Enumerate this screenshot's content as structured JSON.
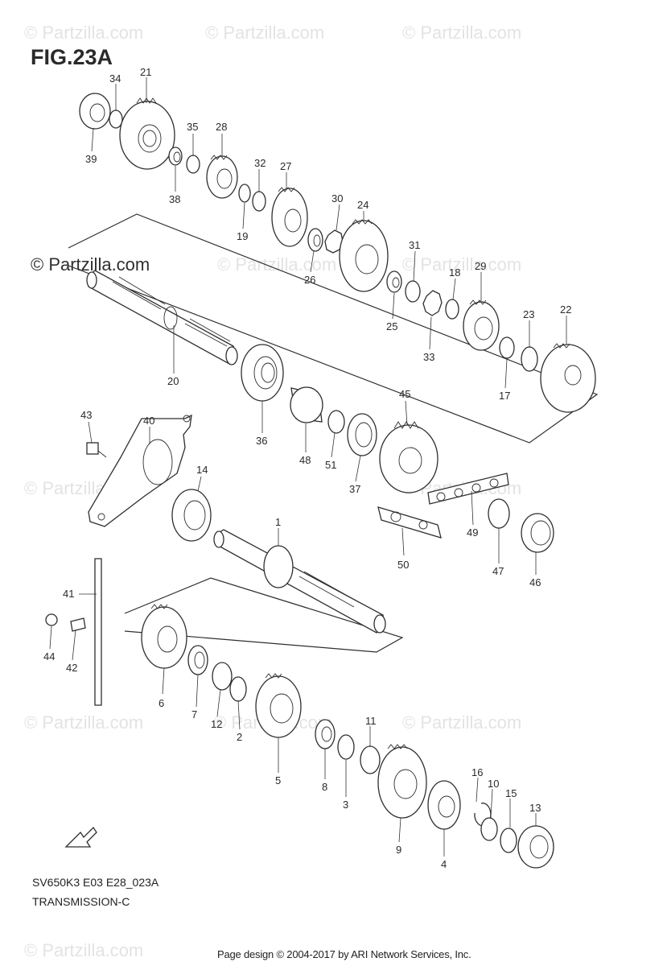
{
  "figure": {
    "title": "FIG.23A",
    "model_code": "SV650K3 E03 E28_023A",
    "diagram_name": "TRANSMISSION-C",
    "credit": "Page design © 2004-2017 by ARI Network Services, Inc."
  },
  "watermark": {
    "text": "© Partzilla.com"
  },
  "parts": [
    {
      "ref": "1"
    },
    {
      "ref": "2"
    },
    {
      "ref": "3"
    },
    {
      "ref": "4"
    },
    {
      "ref": "5"
    },
    {
      "ref": "6"
    },
    {
      "ref": "7"
    },
    {
      "ref": "8"
    },
    {
      "ref": "9"
    },
    {
      "ref": "10"
    },
    {
      "ref": "11"
    },
    {
      "ref": "12"
    },
    {
      "ref": "13"
    },
    {
      "ref": "14"
    },
    {
      "ref": "15"
    },
    {
      "ref": "16"
    },
    {
      "ref": "17"
    },
    {
      "ref": "18"
    },
    {
      "ref": "19"
    },
    {
      "ref": "20"
    },
    {
      "ref": "21"
    },
    {
      "ref": "22"
    },
    {
      "ref": "23"
    },
    {
      "ref": "24"
    },
    {
      "ref": "25"
    },
    {
      "ref": "26"
    },
    {
      "ref": "27"
    },
    {
      "ref": "28"
    },
    {
      "ref": "29"
    },
    {
      "ref": "30"
    },
    {
      "ref": "31"
    },
    {
      "ref": "32"
    },
    {
      "ref": "33"
    },
    {
      "ref": "34"
    },
    {
      "ref": "35"
    },
    {
      "ref": "36"
    },
    {
      "ref": "37"
    },
    {
      "ref": "38"
    },
    {
      "ref": "39"
    },
    {
      "ref": "40"
    },
    {
      "ref": "41"
    },
    {
      "ref": "42"
    },
    {
      "ref": "43"
    },
    {
      "ref": "44"
    },
    {
      "ref": "45"
    },
    {
      "ref": "46"
    },
    {
      "ref": "47"
    },
    {
      "ref": "48"
    },
    {
      "ref": "49"
    },
    {
      "ref": "50"
    },
    {
      "ref": "51"
    }
  ]
}
